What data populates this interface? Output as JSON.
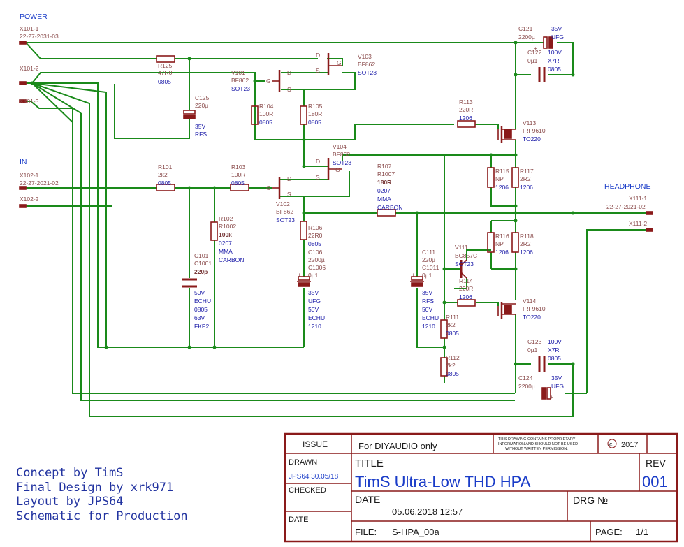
{
  "sections": {
    "power": "POWER",
    "in": "IN",
    "headphone": "HEADPHONE"
  },
  "connectors": {
    "x101_1": {
      "name": "X101-1",
      "part": "22-27-2031-03"
    },
    "x101_2": {
      "name": "X101-2"
    },
    "x101_3": {
      "name": "X101-3"
    },
    "x102_1": {
      "name": "X102-1",
      "part": "22-27-2021-02"
    },
    "x102_2": {
      "name": "X102-2"
    },
    "x111_1": {
      "name": "X111-1",
      "part": "22-27-2021-02"
    },
    "x111_2": {
      "name": "X111-2"
    }
  },
  "parts": {
    "R125": {
      "name": "R125",
      "v1": "47R0",
      "v2": "0805"
    },
    "C125": {
      "name": "C125",
      "v1": "220µ",
      "v2": "35V",
      "v3": "RFS"
    },
    "V101": {
      "name": "V101",
      "v1": "BF862",
      "v2": "SOT23"
    },
    "V103": {
      "name": "V103",
      "v1": "BF862",
      "v2": "SOT23"
    },
    "R104": {
      "name": "R104",
      "v1": "100R",
      "v2": "0805"
    },
    "R105": {
      "name": "R105",
      "v1": "180R",
      "v2": "0805"
    },
    "V104": {
      "name": "V104",
      "v1": "BF862",
      "v2": "SOT23"
    },
    "R101": {
      "name": "R101",
      "v1": "2k2",
      "v2": "0805"
    },
    "R103": {
      "name": "R103",
      "v1": "100R",
      "v2": "0805"
    },
    "V102": {
      "name": "V102",
      "v1": "BF862",
      "v2": "SOT23"
    },
    "R102": {
      "name": "R102",
      "alt": "R1002",
      "v1": "100k",
      "v2": "0207",
      "v3": "MMA",
      "v4": "CARBON"
    },
    "R107": {
      "name": "R107",
      "alt": "R1007",
      "v1": "180R",
      "v2": "0207",
      "v3": "MMA",
      "v4": "CARBON"
    },
    "R106": {
      "name": "R106",
      "v1": "22R0",
      "v2": "0805"
    },
    "C106": {
      "name": "C106",
      "alt": "C1006",
      "v1": "2200µ",
      "v2": "0µ1",
      "v3": "35V",
      "v4": "UFG",
      "v5": "50V",
      "v6": "ECHU",
      "v7": "1210"
    },
    "C101": {
      "name": "C101",
      "alt": "C1001",
      "v1": "220p",
      "v2": "50V",
      "v3": "ECHU",
      "v4": "0805",
      "v5": "63V",
      "v6": "FKP2"
    },
    "C111": {
      "name": "C111",
      "alt": "C1011",
      "v1": "220µ",
      "v2": "0µ1",
      "v3": "35V",
      "v4": "RFS",
      "v5": "50V",
      "v6": "ECHU",
      "v7": "1210"
    },
    "V111": {
      "name": "V111",
      "v1": "BC857C",
      "v2": "SOT23"
    },
    "R111": {
      "name": "R111",
      "v1": "2k2",
      "v2": "0805"
    },
    "R112": {
      "name": "R112",
      "v1": "2k2",
      "v2": "0805"
    },
    "R113": {
      "name": "R113",
      "v1": "220R",
      "v2": "1206"
    },
    "R114": {
      "name": "R114",
      "v1": "220R",
      "v2": "1206"
    },
    "V113": {
      "name": "V113",
      "v1": "IRF9610",
      "v2": "TO220"
    },
    "V114": {
      "name": "V114",
      "v1": "IRF9610",
      "v2": "TO220"
    },
    "R115": {
      "name": "R115",
      "v1": "NP",
      "v2": "1206"
    },
    "R117": {
      "name": "R117",
      "v1": "2R2",
      "v2": "1206"
    },
    "R116": {
      "name": "R116",
      "v1": "NP",
      "v2": "1206"
    },
    "R118": {
      "name": "R118",
      "v1": "2R2",
      "v2": "1206"
    },
    "C121": {
      "name": "C121",
      "v1": "2200µ",
      "v2": "35V",
      "v3": "UFG"
    },
    "C122": {
      "name": "C122",
      "v1": "0µ1",
      "v2": "100V",
      "v3": "X7R",
      "v4": "0805"
    },
    "C123": {
      "name": "C123",
      "v1": "0µ1",
      "v2": "100V",
      "v3": "X7R",
      "v4": "0805"
    },
    "C124": {
      "name": "C124",
      "v1": "2200µ",
      "v2": "35V",
      "v3": "UFG"
    }
  },
  "pins": {
    "d": "D",
    "s": "S",
    "g": "G",
    "plus": "+"
  },
  "credits": [
    "Concept by TimS",
    "Final Design by xrk971",
    "Layout by JPS64",
    "Schematic for Production"
  ],
  "titleblock": {
    "issue_label": "ISSUE",
    "issue_value": "For DIYAUDIO only",
    "notice": [
      "THIS DRAWING CONTAINS PROPRIETARY",
      "INFORMATION AND SHOULD NOT BE USED",
      "WITHOUT WRITTEN PERMISSION."
    ],
    "copyright": "2017",
    "drawn_label": "DRAWN",
    "drawn_value": "JPS64 30.05/18",
    "checked_label": "CHECKED",
    "date_label_left": "DATE",
    "title_label": "TITLE",
    "title_value": "TimS Ultra-Low THD HPA",
    "rev_label": "REV",
    "rev_value": "001",
    "date_label": "DATE",
    "date_value": "05.06.2018 12:57",
    "drg_label": "DRG №",
    "file_label": "FILE:",
    "file_value": "S-HPA_00a",
    "page_label": "PAGE:",
    "page_value": "1/1"
  },
  "colors": {
    "wire": "#1a8a1a",
    "component": "#8a1a1a",
    "label": "#8a4b4b",
    "value": "#1a1aa8",
    "titleblock": "#8a1a1a"
  }
}
